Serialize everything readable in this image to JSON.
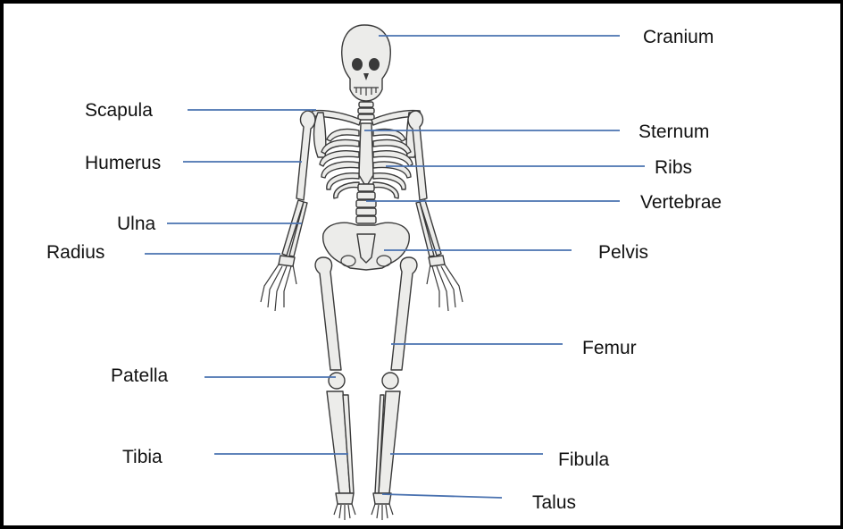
{
  "labels": {
    "cranium": "Cranium",
    "scapula": "Scapula",
    "sternum": "Sternum",
    "humerus": "Humerus",
    "ribs": "Ribs",
    "vertebrae": "Vertebrae",
    "ulna": "Ulna",
    "radius": "Radius",
    "pelvis": "Pelvis",
    "femur": "Femur",
    "patella": "Patella",
    "tibia": "Tibia",
    "fibula": "Fibula",
    "talus": "Talus"
  },
  "colors": {
    "leader_line": "#4a72b0",
    "bone_fill": "#ececea",
    "bone_stroke": "#3a3a3a",
    "frame": "#000000"
  }
}
